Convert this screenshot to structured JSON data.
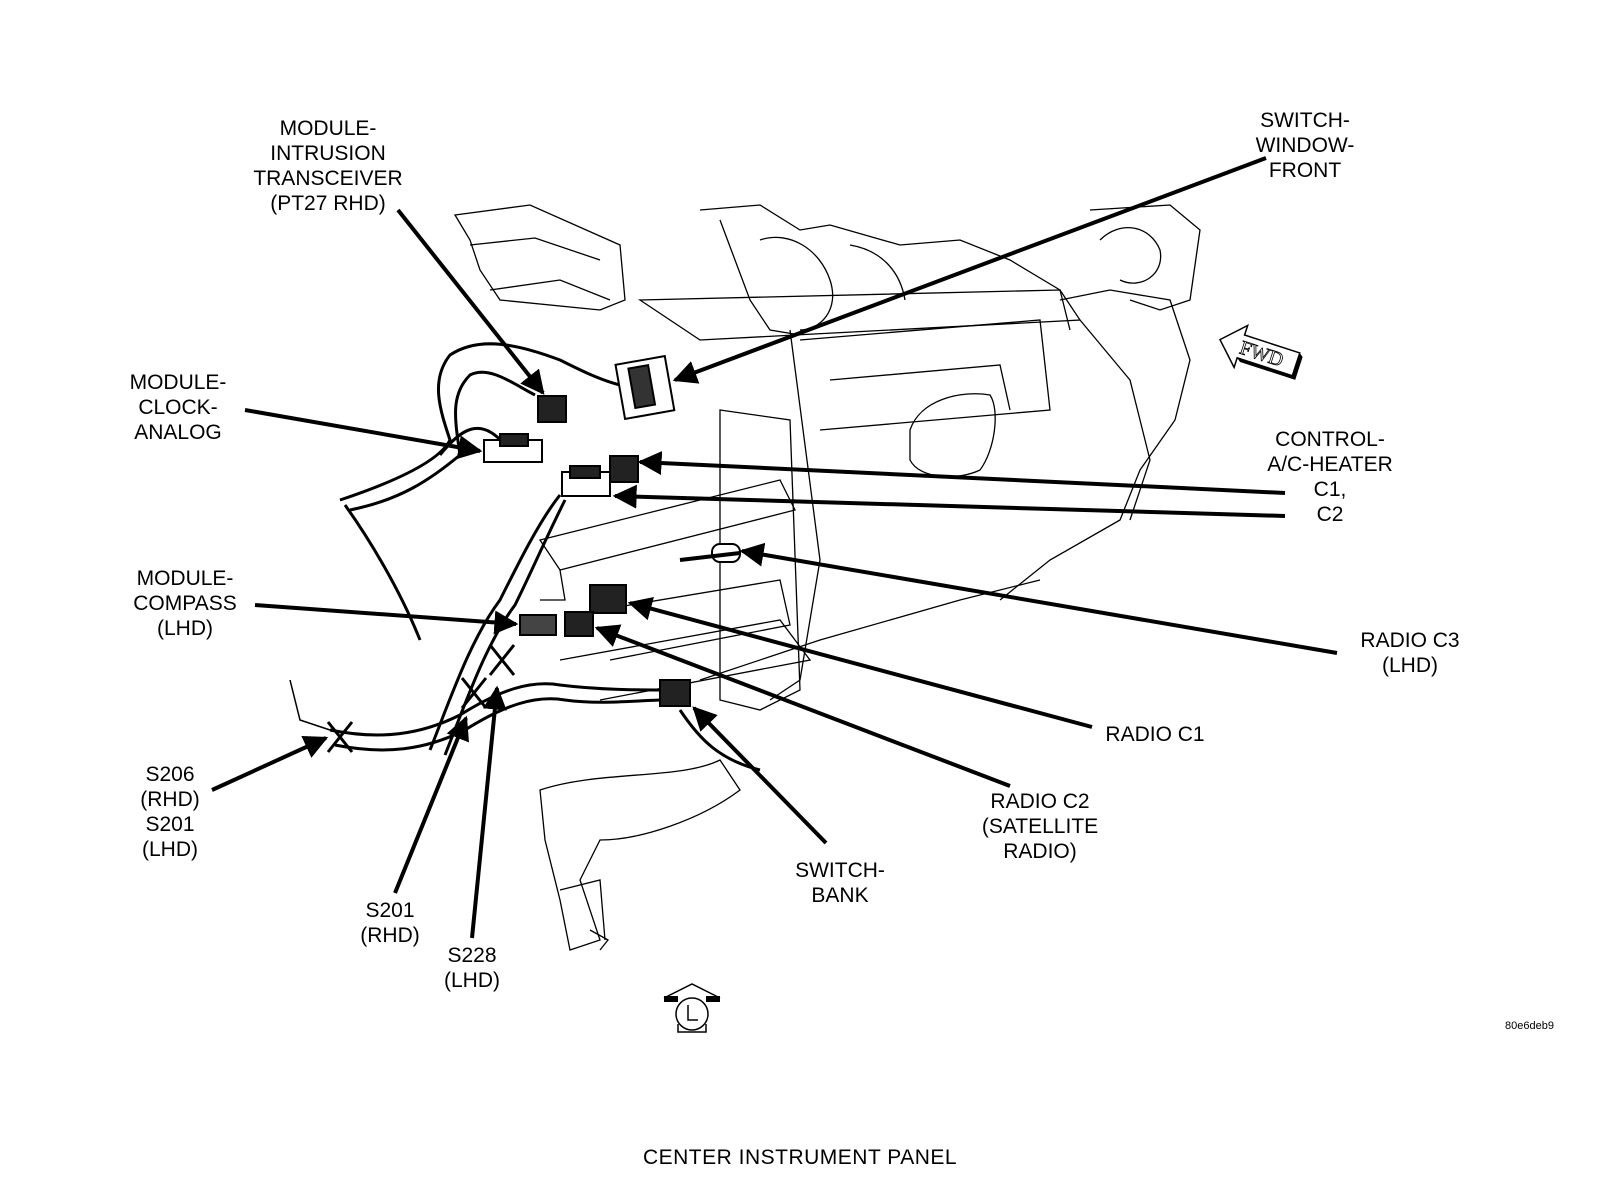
{
  "diagram": {
    "caption": "CENTER INSTRUMENT PANEL",
    "figure_code": "80e6deb9",
    "orientation_indicator": {
      "icon": "fwd-arrow-icon",
      "text": "FWD"
    },
    "view_indicator": {
      "icon": "view-left-icon",
      "text": "L"
    },
    "callouts": [
      {
        "id": "intrusion",
        "lines": "MODULE-\nINTRUSION\nTRANSCEIVER\n(PT27 RHD)"
      },
      {
        "id": "window",
        "lines": "SWITCH-\nWINDOW-\nFRONT"
      },
      {
        "id": "clock",
        "lines": "MODULE-\nCLOCK-\nANALOG"
      },
      {
        "id": "ac_heater",
        "lines": "CONTROL-\nA/C-HEATER\nC1,\nC2"
      },
      {
        "id": "compass",
        "lines": "MODULE-\nCOMPASS\n(LHD)"
      },
      {
        "id": "radio_c3",
        "lines": "RADIO C3\n(LHD)"
      },
      {
        "id": "radio_c1",
        "lines": "RADIO C1"
      },
      {
        "id": "radio_c2",
        "lines": "RADIO C2\n(SATELLITE\nRADIO)"
      },
      {
        "id": "s206",
        "lines": "S206\n(RHD)\nS201\n(LHD)"
      },
      {
        "id": "s201",
        "lines": "S201\n(RHD)"
      },
      {
        "id": "s228",
        "lines": "S228\n(LHD)"
      },
      {
        "id": "switch_bank",
        "lines": "SWITCH-\nBANK"
      }
    ]
  }
}
